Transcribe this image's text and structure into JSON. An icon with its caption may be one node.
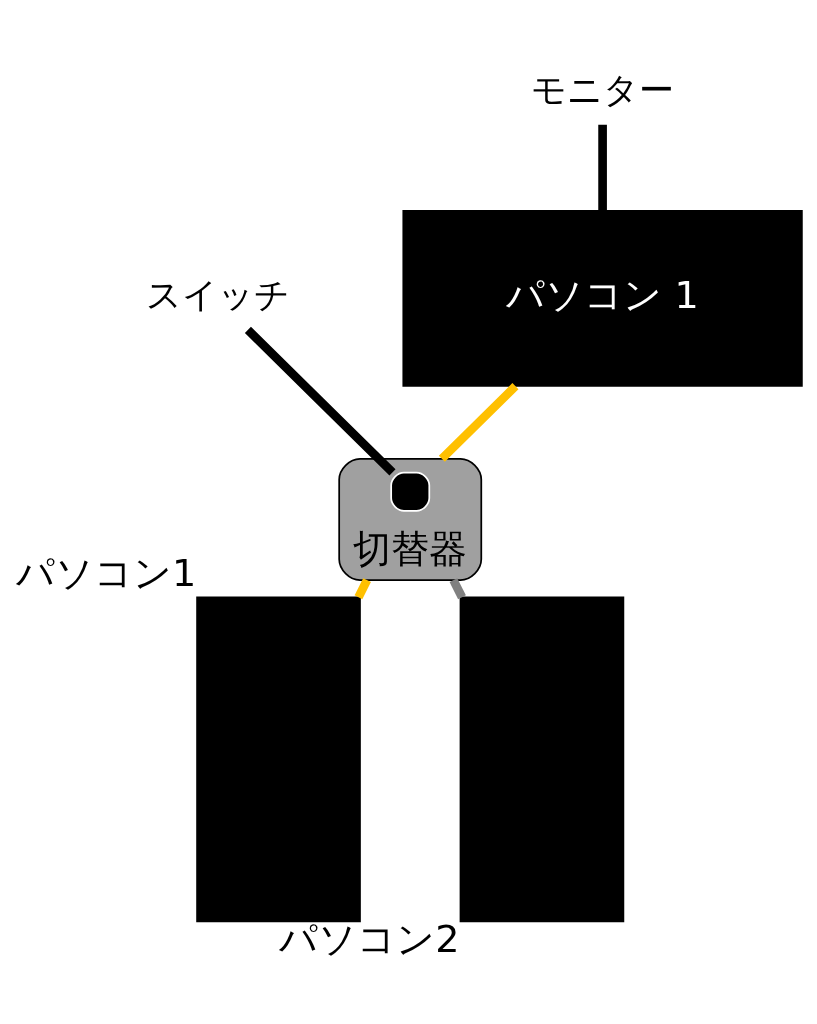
{
  "diagram": {
    "nodes": [
      {
        "text": [
          "パソコン 1"
        ]
      },
      {
        "text": [
          "モニター"
        ]
      },
      {
        "text": [
          "切替器"
        ]
      },
      {
        "text": [],
        "shape": "box",
        "in": 2
      },
      {
        "text": [
          "スイッチ"
        ]
      },
      {
        "text": [],
        "shape": "box",
        "beside": [
          "パソコン1"
        ]
      },
      {
        "text": [],
        "shape": "box",
        "beside": [
          "パソコン2"
        ]
      }
    ],
    "edges": [
      {
        "from": 1,
        "to": 0,
        "arrow": "none"
      },
      {
        "from": 0,
        "to": 2,
        "arrow": "none",
        "color": "#ffc000"
      },
      {
        "from": 4,
        "to": 3,
        "arrow": "none"
      },
      {
        "from": 2,
        "to": 5,
        "arrow": "none",
        "color": "#ffc000"
      },
      {
        "from": 2,
        "to": 6,
        "arrow": "none",
        "color": "#808080"
      }
    ]
  }
}
